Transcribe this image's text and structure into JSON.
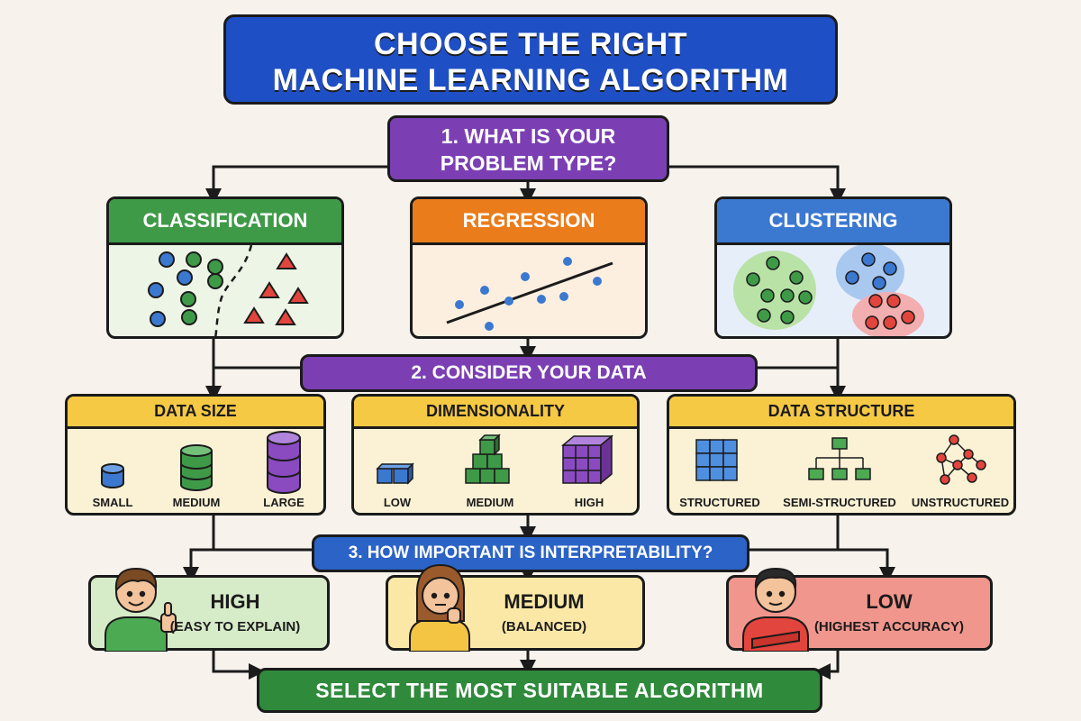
{
  "title": {
    "line1": "CHOOSE THE RIGHT",
    "line2": "MACHINE LEARNING ALGORITHM"
  },
  "step1": {
    "line1": "1. WHAT IS YOUR",
    "line2": "PROBLEM TYPE?"
  },
  "problem_types": [
    {
      "label": "CLASSIFICATION",
      "color": "#3f9a48"
    },
    {
      "label": "REGRESSION",
      "color": "#ea7c1c"
    },
    {
      "label": "CLUSTERING",
      "color": "#3b78d0"
    }
  ],
  "step2": {
    "label": "2. CONSIDER YOUR DATA"
  },
  "data_factors": [
    {
      "header": "DATA SIZE",
      "options": [
        "SMALL",
        "MEDIUM",
        "LARGE"
      ]
    },
    {
      "header": "DIMENSIONALITY",
      "options": [
        "LOW",
        "MEDIUM",
        "HIGH"
      ]
    },
    {
      "header": "DATA STRUCTURE",
      "options": [
        "STRUCTURED",
        "SEMI-STRUCTURED",
        "UNSTRUCTURED"
      ]
    }
  ],
  "step3": {
    "label": "3. HOW IMPORTANT IS INTERPRETABILITY?"
  },
  "interpretability": [
    {
      "level": "HIGH",
      "detail": "(EASY TO EXPLAIN)",
      "color": "#d6ebc7"
    },
    {
      "level": "MEDIUM",
      "detail": "(BALANCED)",
      "color": "#fbe8a6"
    },
    {
      "level": "LOW",
      "detail": "(HIGHEST ACCURACY)",
      "color": "#f1968d"
    }
  ],
  "final": {
    "label": "SELECT THE MOST SUITABLE ALGORITHM"
  },
  "icons": {
    "classification": "class-scatter-icon",
    "regression": "regression-scatter-icon",
    "clustering": "cluster-blobs-icon",
    "size": "database-cylinder-icon",
    "dimensionality": "cube-stack-icon",
    "structure": [
      "grid-table-icon",
      "tree-hierarchy-icon",
      "node-graph-icon"
    ],
    "people": [
      "thumbs-up-person-icon",
      "thinking-person-icon",
      "arms-crossed-person-icon"
    ]
  }
}
